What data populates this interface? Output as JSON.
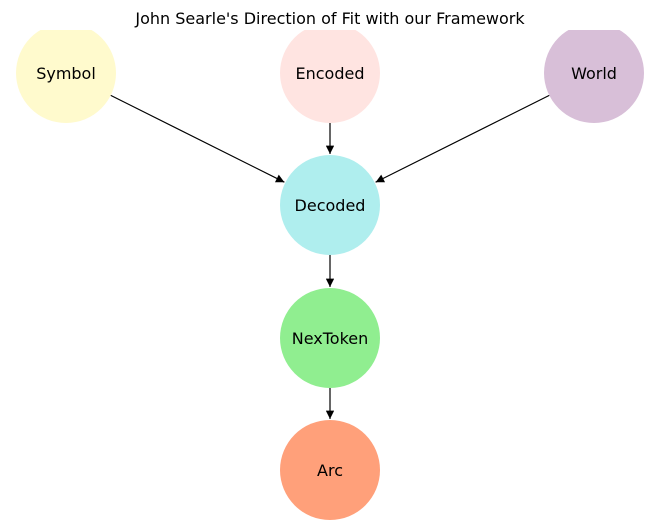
{
  "title": "John Searle's Direction of Fit with our Framework",
  "nodes": [
    {
      "id": "symbol",
      "label": "Symbol",
      "color": "#FFFACD"
    },
    {
      "id": "encoded",
      "label": "Encoded",
      "color": "#FFE4E1"
    },
    {
      "id": "world",
      "label": "World",
      "color": "#D8BFD8"
    },
    {
      "id": "decoded",
      "label": "Decoded",
      "color": "#AFEEEE"
    },
    {
      "id": "nextoken",
      "label": "NexToken",
      "color": "#90EE90"
    },
    {
      "id": "arc",
      "label": "Arc",
      "color": "#FFA07A"
    }
  ],
  "edges": [
    {
      "from": "symbol",
      "to": "decoded"
    },
    {
      "from": "encoded",
      "to": "decoded"
    },
    {
      "from": "world",
      "to": "decoded"
    },
    {
      "from": "decoded",
      "to": "nextoken"
    },
    {
      "from": "nextoken",
      "to": "arc"
    }
  ]
}
